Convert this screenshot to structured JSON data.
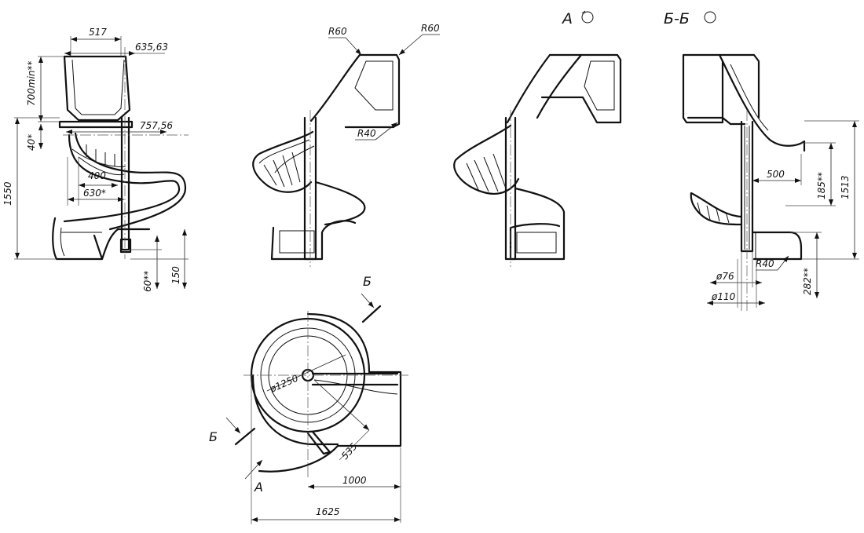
{
  "view_a": {
    "label": "А"
  },
  "view_b": {
    "label": "Б-Б"
  },
  "front_view": {
    "dim_517": "517",
    "dim_63563": "635,63",
    "dim_700min": "700min**",
    "dim_40": "40*",
    "dim_75756": "757,56",
    "dim_1550": "1550",
    "dim_400": "400",
    "dim_630": "630*",
    "dim_60": "60**",
    "dim_150": "150"
  },
  "side_view": {
    "r60_left": "R60",
    "r60_right": "R60",
    "r40": "R40"
  },
  "section_view": {
    "dim_500": "500",
    "dim_185": "185**",
    "dim_1513": "1513",
    "dim_r40": "R40",
    "dim_d76": "ø76",
    "dim_d110": "ø110",
    "dim_282": "282**"
  },
  "top_view": {
    "cut_label_top": "Б",
    "cut_label_left": "Б",
    "view_arrow_label": "А",
    "dim_d1250": "ø1250",
    "dim_535": "535",
    "dim_1000": "1000",
    "dim_1625": "1625"
  },
  "colors": {
    "line": "#111111",
    "background": "#ffffff"
  }
}
